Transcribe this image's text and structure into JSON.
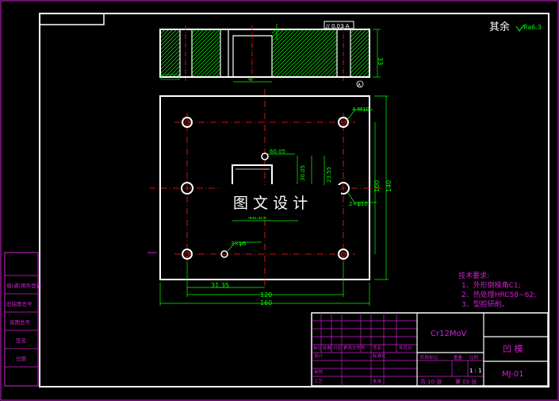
{
  "corner_note": {
    "text": "其余",
    "roughness": "Ra6.3"
  },
  "tolerance_frame": "// 0.03 A",
  "datum_label": "A",
  "section_dims": {
    "height": "33",
    "angle": "4°"
  },
  "plan_dims": {
    "hole_callout": "4-M10",
    "dowel_callout": "2×φ10",
    "small_hole_callout": "3×φ6",
    "dim_left": "60.05",
    "dim_v1": "30.05",
    "dim_v2": "23.55",
    "dim_width_opening": "48.89",
    "dim_bottom_small": "31.35",
    "dim_inner_h": "100",
    "dim_outer_h": "140",
    "dim_inner_w": "120",
    "dim_outer_w": "160"
  },
  "watermark": "图 文 设 计",
  "tech_requirements": {
    "title": "技术要求:",
    "items": [
      "1、外形倒棱角C1;",
      "2、热处理HRC58~62;",
      "3、型腔研削。"
    ]
  },
  "title_block": {
    "material": "Cr12MoV",
    "part_name": "凹 模",
    "scale": "1 : 1",
    "drawing_no": "MJ-01",
    "sheet_total": "共 10 张",
    "sheet_no": "第 03 张",
    "header_labels": [
      "标记",
      "处数",
      "分区",
      "更改文件号",
      "签名",
      "年月日"
    ],
    "role_labels": [
      "设计",
      "标准化",
      "审核",
      "工艺",
      "批准"
    ],
    "stage_labels": [
      "阶段标记",
      "重量",
      "比例"
    ]
  },
  "side_strip": [
    "借(通)用件登记",
    "旧底图总号",
    "底图总号",
    "签名",
    "日期"
  ]
}
